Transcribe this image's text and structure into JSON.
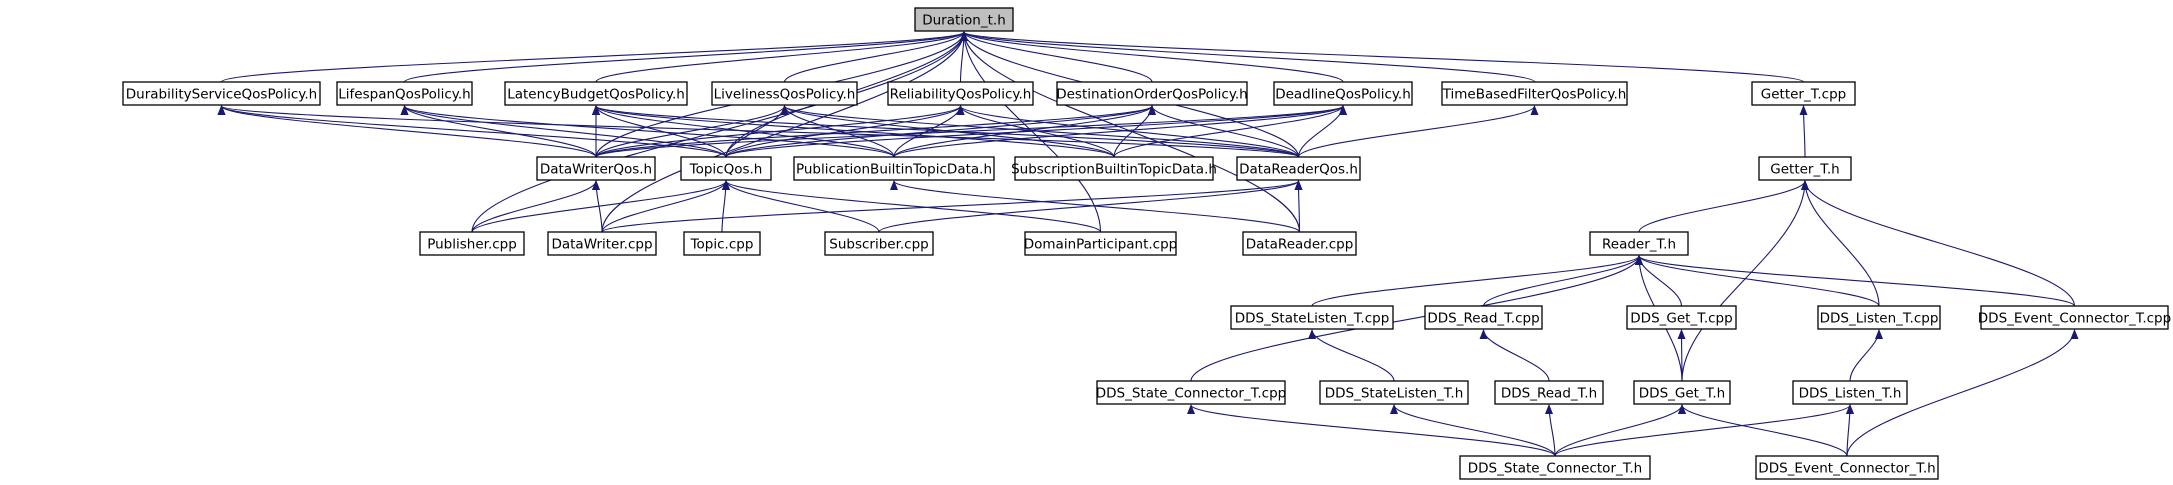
{
  "diagram": {
    "colors": {
      "edge": "#191970",
      "node_border": "#000000",
      "root_fill": "#bfbfbf",
      "node_fill": "#ffffff"
    },
    "nodes": [
      {
        "id": "duration",
        "label": "Duration_t.h",
        "root": true
      },
      {
        "id": "durability",
        "label": "DurabilityServiceQosPolicy.h"
      },
      {
        "id": "lifespan",
        "label": "LifespanQosPolicy.h"
      },
      {
        "id": "latency",
        "label": "LatencyBudgetQosPolicy.h"
      },
      {
        "id": "liveliness",
        "label": "LivelinessQosPolicy.h"
      },
      {
        "id": "reliability",
        "label": "ReliabilityQosPolicy.h"
      },
      {
        "id": "destorder",
        "label": "DestinationOrderQosPolicy.h"
      },
      {
        "id": "deadline",
        "label": "DeadlineQosPolicy.h"
      },
      {
        "id": "timebased",
        "label": "TimeBasedFilterQosPolicy.h"
      },
      {
        "id": "getter_cpp",
        "label": "Getter_T.cpp"
      },
      {
        "id": "dwqos",
        "label": "DataWriterQos.h"
      },
      {
        "id": "topicqos",
        "label": "TopicQos.h"
      },
      {
        "id": "pubbuiltin",
        "label": "PublicationBuiltinTopicData.h"
      },
      {
        "id": "subbuiltin",
        "label": "SubscriptionBuiltinTopicData.h"
      },
      {
        "id": "drqos",
        "label": "DataReaderQos.h"
      },
      {
        "id": "getter_h",
        "label": "Getter_T.h"
      },
      {
        "id": "publisher",
        "label": "Publisher.cpp"
      },
      {
        "id": "datawriter",
        "label": "DataWriter.cpp"
      },
      {
        "id": "topic",
        "label": "Topic.cpp"
      },
      {
        "id": "subscriber",
        "label": "Subscriber.cpp"
      },
      {
        "id": "domainpart",
        "label": "DomainParticipant.cpp"
      },
      {
        "id": "datareader",
        "label": "DataReader.cpp"
      },
      {
        "id": "reader_h",
        "label": "Reader_T.h"
      },
      {
        "id": "statelisten_cpp",
        "label": "DDS_StateListen_T.cpp"
      },
      {
        "id": "read_cpp",
        "label": "DDS_Read_T.cpp"
      },
      {
        "id": "get_cpp",
        "label": "DDS_Get_T.cpp"
      },
      {
        "id": "listen_cpp",
        "label": "DDS_Listen_T.cpp"
      },
      {
        "id": "event_cpp",
        "label": "DDS_Event_Connector_T.cpp"
      },
      {
        "id": "stateconn_cpp",
        "label": "DDS_State_Connector_T.cpp"
      },
      {
        "id": "statelisten_h",
        "label": "DDS_StateListen_T.h"
      },
      {
        "id": "read_h",
        "label": "DDS_Read_T.h"
      },
      {
        "id": "get_h",
        "label": "DDS_Get_T.h"
      },
      {
        "id": "listen_h",
        "label": "DDS_Listen_T.h"
      },
      {
        "id": "stateconn_h",
        "label": "DDS_State_Connector_T.h"
      },
      {
        "id": "eventconn_h",
        "label": "DDS_Event_Connector_T.h"
      }
    ]
  }
}
